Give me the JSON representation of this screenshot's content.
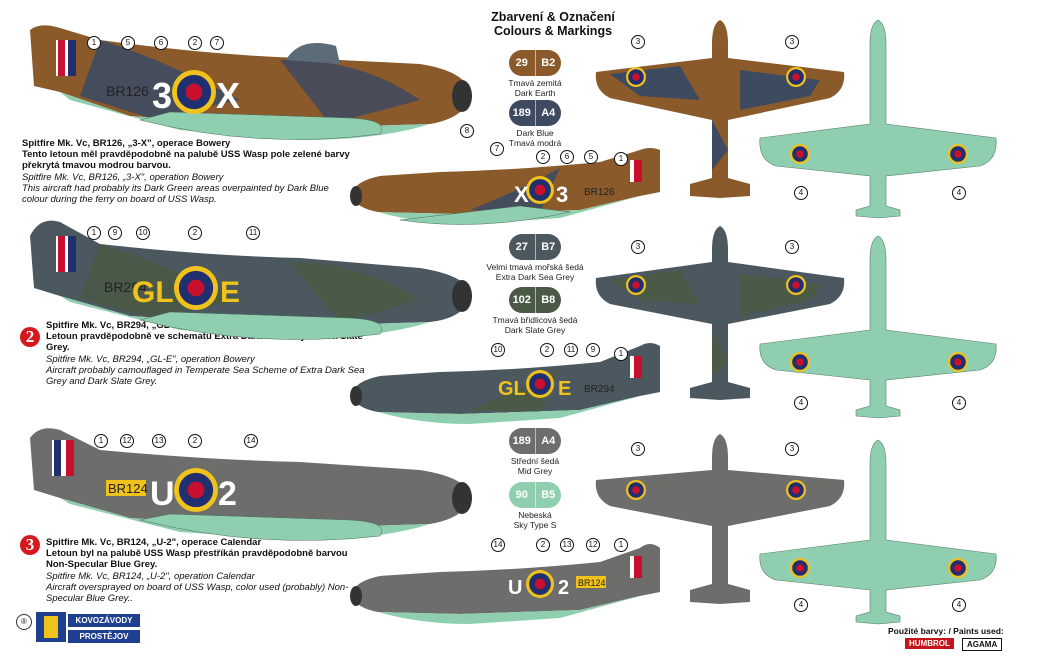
{
  "header": {
    "line1": "Zbarvení & Označení",
    "line2": "Colours & Markings"
  },
  "colors": [
    {
      "left": "29",
      "right": "B2",
      "name_cz": "Tmavá zemitá",
      "name_en": "Dark Earth",
      "hex": "#8a5a2b"
    },
    {
      "left": "189",
      "right": "A4",
      "name_cz": "Dark Blue",
      "name_en": "Tmavá modrá",
      "hex": "#3d4a60"
    },
    {
      "left": "27",
      "right": "B7",
      "name_cz": "Velmi tmavá mořská šedá",
      "name_en": "Extra Dark Sea Grey",
      "hex": "#4c5860"
    },
    {
      "left": "102",
      "right": "B8",
      "name_cz": "Tmavá břidlicová šedá",
      "name_en": "Dark Slate Grey",
      "hex": "#4a5a46"
    },
    {
      "left": "189",
      "right": "A4",
      "name_cz": "Střední šedá",
      "name_en": "Mid Grey",
      "hex": "#6d6e6b"
    },
    {
      "left": "90",
      "right": "B5",
      "name_cz": "Nebeská",
      "name_en": "Sky Type S",
      "hex": "#8fcfb0"
    }
  ],
  "schemes": [
    {
      "number": "",
      "title_bold": "Spitfire Mk. Vc, BR126, „3-X\", operace Bowery",
      "cz_bold": "Tento letoun měl pravděpodobně na palubě USS Wasp pole zelené barvy překrytá tmavou modrou barvou.",
      "en_italic_1": "Spitfire Mk. Vc, BR126, „3-X\", operation Bowery",
      "en_italic_2": "This aircraft had probably its Dark Green areas overpainted by Dark Blue colour during the ferry on board of USS Wasp.",
      "serial": "BR126",
      "codes_left": "3",
      "codes_right": "X",
      "code_color": "#ffffff",
      "camo_a": "#8a5a2b",
      "camo_b": "#3d4a60",
      "under": "#8fcfb0"
    },
    {
      "number": "2",
      "title_bold": "Spitfire Mk. Vc, BR294, „GL-E\", operace Bowery",
      "cz_bold": "Letoun pravděpodobně ve schematu Extra Dark Sea Grey a Dark Slate Grey.",
      "en_italic_1": "Spitfire Mk. Vc, BR294, „GL-E\", operation Bowery",
      "en_italic_2": "Aircraft probably camouflaged in Temperate Sea Scheme of Extra Dark Sea Grey and Dark Slate Grey.",
      "serial": "BR294",
      "codes_left": "GL",
      "codes_right": "E",
      "code_color": "#f0c21c",
      "camo_a": "#4c5860",
      "camo_b": "#4a5a46",
      "under": "#8fcfb0"
    },
    {
      "number": "3",
      "title_bold": "Spitfire Mk. Vc, BR124, „U-2\", operace Calendar",
      "cz_bold": "Letoun byl na palubě USS Wasp přestříkán pravděpodobně barvou Non-Specular Blue Grey.",
      "en_italic_1": "Spitfire Mk. Vc, BR124, „U-2\", operation Calendar",
      "en_italic_2": "Aircraft oversprayed on board of USS Wasp, color used (probably) Non-Specular Blue Grey..",
      "serial": "BR124",
      "codes_left": "U",
      "codes_right": "2",
      "code_color": "#ffffff",
      "camo_a": "#6d6e6b",
      "camo_b": "#7a7b77",
      "under": "#8fcfb0"
    }
  ],
  "callouts": {
    "s1_top": [
      "1",
      "5",
      "6",
      "2",
      "7",
      "8"
    ],
    "s1_bottom": [
      "7",
      "2",
      "6",
      "5",
      "1"
    ],
    "s2_top": [
      "1",
      "9",
      "10",
      "2",
      "11"
    ],
    "s2_bottom": [
      "10",
      "2",
      "11",
      "9",
      "1"
    ],
    "s3_top": [
      "1",
      "12",
      "13",
      "2",
      "14"
    ],
    "s3_bottom": [
      "14",
      "2",
      "13",
      "12",
      "1"
    ],
    "plan_top": [
      "3",
      "3"
    ],
    "plan_bottom": [
      "4",
      "4"
    ]
  },
  "logo": {
    "line1": "KOVOZÁVODY",
    "line2": "PROSTĚJOV"
  },
  "paints": {
    "label": "Použité barvy: / Paints used:",
    "brand1": "HUMBROL",
    "brand2": "AGAMA"
  }
}
